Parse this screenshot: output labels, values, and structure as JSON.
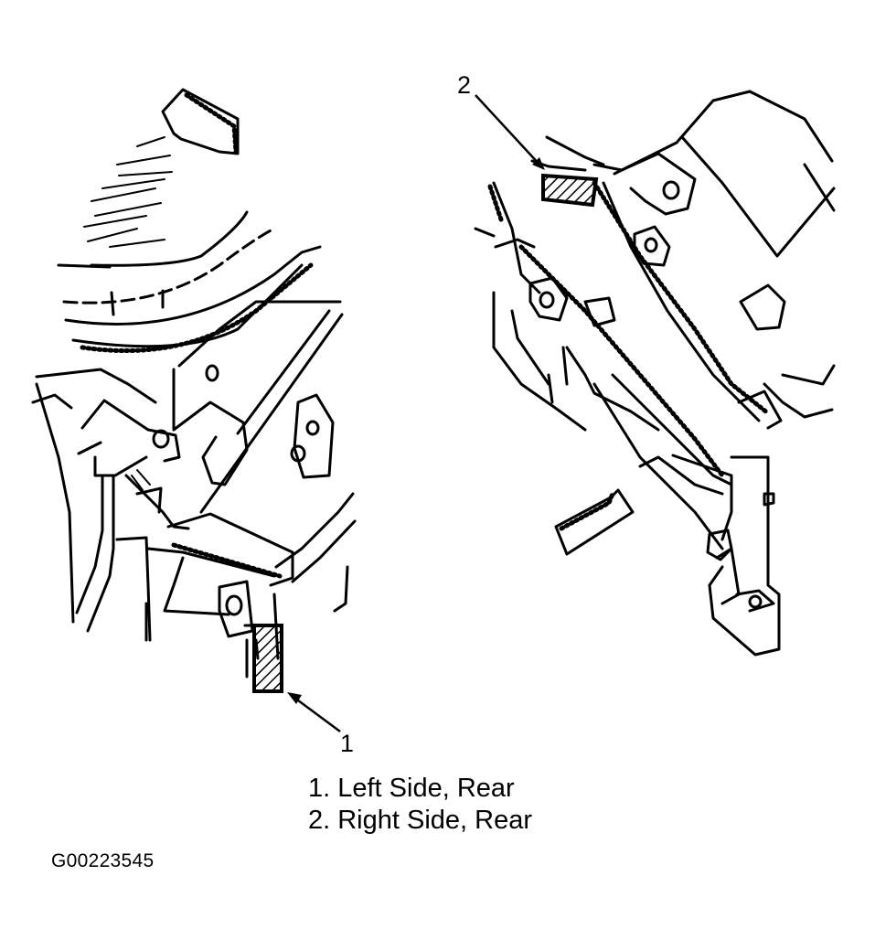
{
  "callouts": [
    {
      "number": "1"
    },
    {
      "number": "2"
    }
  ],
  "legend": {
    "items": [
      {
        "text": "1. Left Side, Rear"
      },
      {
        "text": "2. Right Side, Rear"
      }
    ]
  },
  "figure_id": "G00223545",
  "colors": {
    "ink": "#000000",
    "background": "#ffffff"
  }
}
